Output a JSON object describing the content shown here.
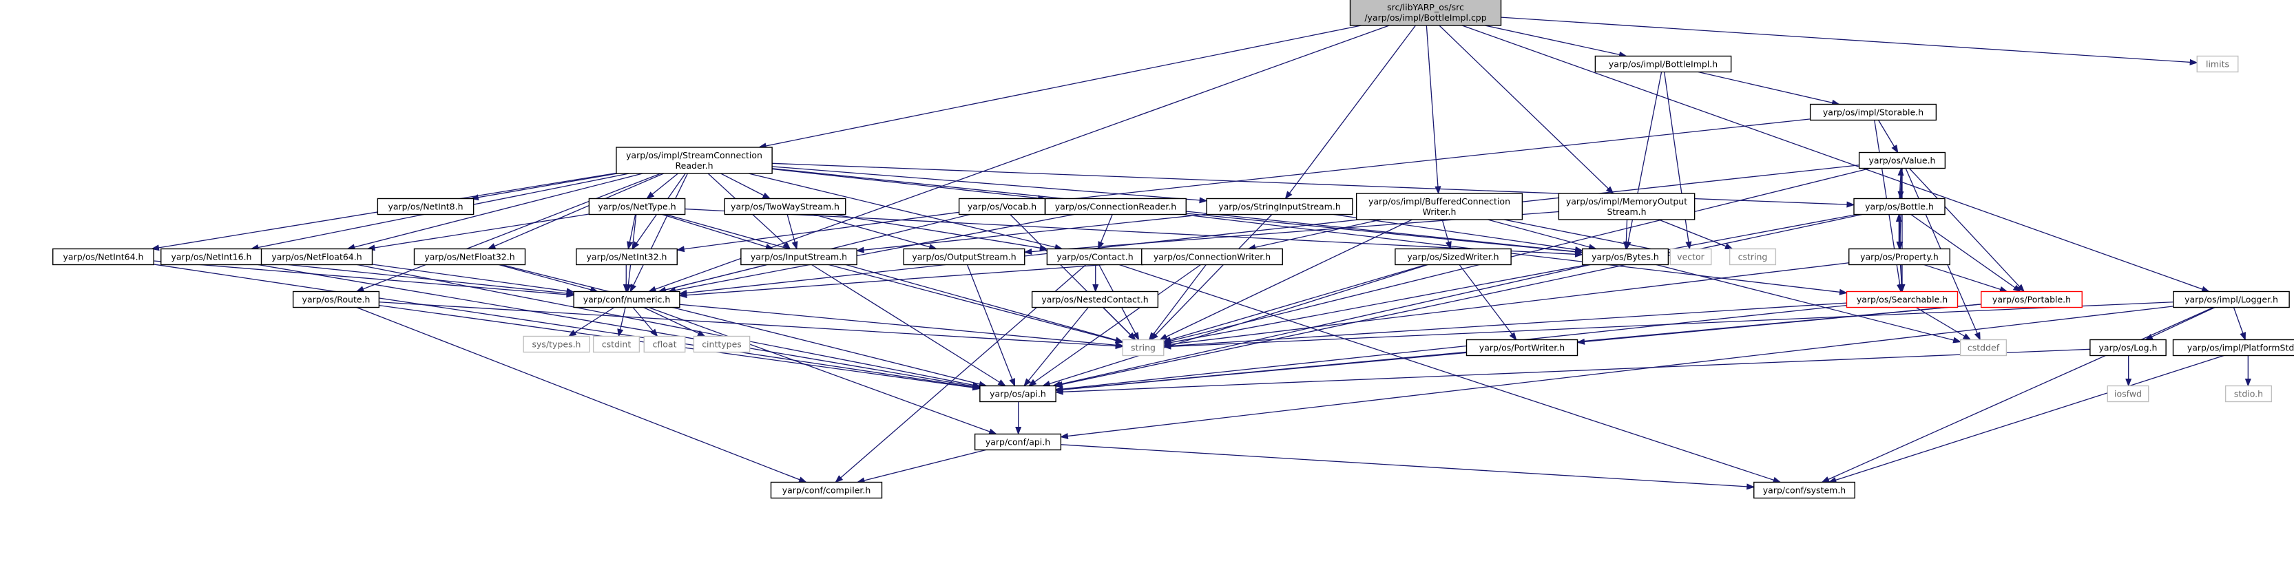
{
  "diagram": {
    "title": "",
    "colors": {
      "edge": "#191970",
      "node_border": "#000000",
      "system_border": "#bfbfbf",
      "system_text": "#666666",
      "incomplete_border": "#ff0000",
      "root_fill": "#bfbfbf",
      "node_fill": "#ffffff"
    },
    "nodes": [
      {
        "id": "root",
        "label": "src/libYARP_os/src\n/yarp/os/impl/BottleImpl.cpp",
        "kind": "root"
      },
      {
        "id": "bimpl",
        "label": "yarp/os/impl/BottleImpl.h",
        "kind": "normal"
      },
      {
        "id": "limits",
        "label": "limits",
        "kind": "system"
      },
      {
        "id": "storable",
        "label": "yarp/os/impl/Storable.h",
        "kind": "normal"
      },
      {
        "id": "scr",
        "label": "yarp/os/impl/StreamConnection\nReader.h",
        "kind": "normal"
      },
      {
        "id": "value",
        "label": "yarp/os/Value.h",
        "kind": "normal"
      },
      {
        "id": "netint8",
        "label": "yarp/os/NetInt8.h",
        "kind": "normal"
      },
      {
        "id": "nettype",
        "label": "yarp/os/NetType.h",
        "kind": "normal"
      },
      {
        "id": "twoway",
        "label": "yarp/os/TwoWayStream.h",
        "kind": "normal"
      },
      {
        "id": "vocab",
        "label": "yarp/os/Vocab.h",
        "kind": "normal"
      },
      {
        "id": "connreader",
        "label": "yarp/os/ConnectionReader.h",
        "kind": "normal"
      },
      {
        "id": "strin",
        "label": "yarp/os/StringInputStream.h",
        "kind": "normal"
      },
      {
        "id": "bcw",
        "label": "yarp/os/impl/BufferedConnection\nWriter.h",
        "kind": "normal"
      },
      {
        "id": "mos",
        "label": "yarp/os/impl/MemoryOutput\nStream.h",
        "kind": "normal"
      },
      {
        "id": "bottle",
        "label": "yarp/os/Bottle.h",
        "kind": "normal"
      },
      {
        "id": "netint64",
        "label": "yarp/os/NetInt64.h",
        "kind": "normal"
      },
      {
        "id": "netint16",
        "label": "yarp/os/NetInt16.h",
        "kind": "normal"
      },
      {
        "id": "netfloat64",
        "label": "yarp/os/NetFloat64.h",
        "kind": "normal"
      },
      {
        "id": "netfloat32",
        "label": "yarp/os/NetFloat32.h",
        "kind": "normal"
      },
      {
        "id": "netint32",
        "label": "yarp/os/NetInt32.h",
        "kind": "normal"
      },
      {
        "id": "inputstream",
        "label": "yarp/os/InputStream.h",
        "kind": "normal"
      },
      {
        "id": "outputstream",
        "label": "yarp/os/OutputStream.h",
        "kind": "normal"
      },
      {
        "id": "contact",
        "label": "yarp/os/Contact.h",
        "kind": "normal"
      },
      {
        "id": "connwriter",
        "label": "yarp/os/ConnectionWriter.h",
        "kind": "normal"
      },
      {
        "id": "sizedwriter",
        "label": "yarp/os/SizedWriter.h",
        "kind": "normal"
      },
      {
        "id": "bytes",
        "label": "yarp/os/Bytes.h",
        "kind": "normal"
      },
      {
        "id": "vector",
        "label": "vector",
        "kind": "system"
      },
      {
        "id": "cstring",
        "label": "cstring",
        "kind": "system"
      },
      {
        "id": "property",
        "label": "yarp/os/Property.h",
        "kind": "normal"
      },
      {
        "id": "route",
        "label": "yarp/os/Route.h",
        "kind": "normal"
      },
      {
        "id": "numeric",
        "label": "yarp/conf/numeric.h",
        "kind": "normal"
      },
      {
        "id": "nestedcontact",
        "label": "yarp/os/NestedContact.h",
        "kind": "normal"
      },
      {
        "id": "searchable",
        "label": "yarp/os/Searchable.h",
        "kind": "incomplete"
      },
      {
        "id": "portable",
        "label": "yarp/os/Portable.h",
        "kind": "incomplete"
      },
      {
        "id": "logger",
        "label": "yarp/os/impl/Logger.h",
        "kind": "normal"
      },
      {
        "id": "systypes",
        "label": "sys/types.h",
        "kind": "system"
      },
      {
        "id": "cstdint",
        "label": "cstdint",
        "kind": "system"
      },
      {
        "id": "cfloat",
        "label": "cfloat",
        "kind": "system"
      },
      {
        "id": "cinttypes",
        "label": "cinttypes",
        "kind": "system"
      },
      {
        "id": "string",
        "label": "string",
        "kind": "system"
      },
      {
        "id": "cstddef",
        "label": "cstddef",
        "kind": "system"
      },
      {
        "id": "portwriter",
        "label": "yarp/os/PortWriter.h",
        "kind": "normal"
      },
      {
        "id": "log",
        "label": "yarp/os/Log.h",
        "kind": "normal"
      },
      {
        "id": "platformstdio",
        "label": "yarp/os/impl/PlatformStdio.h",
        "kind": "normal"
      },
      {
        "id": "iosfwd",
        "label": "iosfwd",
        "kind": "system"
      },
      {
        "id": "stdio",
        "label": "stdio.h",
        "kind": "system"
      },
      {
        "id": "osapi",
        "label": "yarp/os/api.h",
        "kind": "normal"
      },
      {
        "id": "confapi",
        "label": "yarp/conf/api.h",
        "kind": "normal"
      },
      {
        "id": "compiler",
        "label": "yarp/conf/compiler.h",
        "kind": "normal"
      },
      {
        "id": "system",
        "label": "yarp/conf/system.h",
        "kind": "normal"
      }
    ],
    "edges": [
      [
        "root",
        "bimpl"
      ],
      [
        "root",
        "limits"
      ],
      [
        "root",
        "scr"
      ],
      [
        "root",
        "strin"
      ],
      [
        "root",
        "bcw"
      ],
      [
        "root",
        "mos"
      ],
      [
        "root",
        "logger"
      ],
      [
        "root",
        "numeric"
      ],
      [
        "bimpl",
        "storable"
      ],
      [
        "bimpl",
        "bytes"
      ],
      [
        "bimpl",
        "vector"
      ],
      [
        "storable",
        "value"
      ],
      [
        "storable",
        "vocab"
      ],
      [
        "storable",
        "searchable"
      ],
      [
        "value",
        "bottle"
      ],
      [
        "value",
        "numeric"
      ],
      [
        "value",
        "string"
      ],
      [
        "value",
        "property"
      ],
      [
        "value",
        "portable"
      ],
      [
        "value",
        "searchable"
      ],
      [
        "value",
        "cstddef"
      ],
      [
        "bottle",
        "value"
      ],
      [
        "bottle",
        "property"
      ],
      [
        "bottle",
        "portable"
      ],
      [
        "bottle",
        "searchable"
      ],
      [
        "bottle",
        "string"
      ],
      [
        "bottle",
        "osapi"
      ],
      [
        "property",
        "bottle"
      ],
      [
        "property",
        "portable"
      ],
      [
        "property",
        "searchable"
      ],
      [
        "property",
        "string"
      ],
      [
        "portable",
        "portwriter"
      ],
      [
        "portable",
        "osapi"
      ],
      [
        "searchable",
        "string"
      ],
      [
        "searchable",
        "osapi"
      ],
      [
        "searchable",
        "cstddef"
      ],
      [
        "scr",
        "netint8"
      ],
      [
        "scr",
        "nettype"
      ],
      [
        "scr",
        "twoway"
      ],
      [
        "scr",
        "connreader"
      ],
      [
        "scr",
        "strin"
      ],
      [
        "scr",
        "bottle"
      ],
      [
        "scr",
        "bytes"
      ],
      [
        "scr",
        "netint64"
      ],
      [
        "scr",
        "netint16"
      ],
      [
        "scr",
        "netfloat64"
      ],
      [
        "scr",
        "netfloat32"
      ],
      [
        "scr",
        "netint32"
      ],
      [
        "scr",
        "inputstream"
      ],
      [
        "scr",
        "contact"
      ],
      [
        "scr",
        "route"
      ],
      [
        "scr",
        "numeric"
      ],
      [
        "nettype",
        "netint32"
      ],
      [
        "nettype",
        "netfloat64"
      ],
      [
        "nettype",
        "inputstream"
      ],
      [
        "nettype",
        "numeric"
      ],
      [
        "nettype",
        "string"
      ],
      [
        "nettype",
        "bytes"
      ],
      [
        "twoway",
        "inputstream"
      ],
      [
        "twoway",
        "outputstream"
      ],
      [
        "twoway",
        "contact"
      ],
      [
        "vocab",
        "numeric"
      ],
      [
        "vocab",
        "string"
      ],
      [
        "vocab",
        "netint32"
      ],
      [
        "connreader",
        "contact"
      ],
      [
        "connreader",
        "bytes"
      ],
      [
        "connreader",
        "searchable"
      ],
      [
        "connreader",
        "numeric"
      ],
      [
        "strin",
        "inputstream"
      ],
      [
        "strin",
        "bytes"
      ],
      [
        "strin",
        "string"
      ],
      [
        "bcw",
        "connwriter"
      ],
      [
        "bcw",
        "sizedwriter"
      ],
      [
        "bcw",
        "bytes"
      ],
      [
        "bcw",
        "string"
      ],
      [
        "bcw",
        "vector"
      ],
      [
        "mos",
        "outputstream"
      ],
      [
        "mos",
        "bytes"
      ],
      [
        "mos",
        "cstring"
      ],
      [
        "netint64",
        "numeric"
      ],
      [
        "netint64",
        "osapi"
      ],
      [
        "netint16",
        "numeric"
      ],
      [
        "netint16",
        "osapi"
      ],
      [
        "netfloat64",
        "numeric"
      ],
      [
        "netfloat64",
        "osapi"
      ],
      [
        "netfloat32",
        "numeric"
      ],
      [
        "netfloat32",
        "osapi"
      ],
      [
        "netint32",
        "numeric"
      ],
      [
        "inputstream",
        "numeric"
      ],
      [
        "inputstream",
        "osapi"
      ],
      [
        "inputstream",
        "string"
      ],
      [
        "outputstream",
        "osapi"
      ],
      [
        "contact",
        "nestedcontact"
      ],
      [
        "contact",
        "string"
      ],
      [
        "contact",
        "compiler"
      ],
      [
        "contact",
        "system"
      ],
      [
        "nestedcontact",
        "osapi"
      ],
      [
        "nestedcontact",
        "string"
      ],
      [
        "connwriter",
        "numeric"
      ],
      [
        "connwriter",
        "osapi"
      ],
      [
        "connwriter",
        "string"
      ],
      [
        "sizedwriter",
        "portwriter"
      ],
      [
        "sizedwriter",
        "osapi"
      ],
      [
        "sizedwriter",
        "string"
      ],
      [
        "bytes",
        "osapi"
      ],
      [
        "bytes",
        "cstddef"
      ],
      [
        "route",
        "osapi"
      ],
      [
        "route",
        "compiler"
      ],
      [
        "route",
        "string"
      ],
      [
        "numeric",
        "systypes"
      ],
      [
        "numeric",
        "cstdint"
      ],
      [
        "numeric",
        "cfloat"
      ],
      [
        "numeric",
        "cinttypes"
      ],
      [
        "numeric",
        "confapi"
      ],
      [
        "numeric",
        "string"
      ],
      [
        "portwriter",
        "osapi"
      ],
      [
        "logger",
        "log"
      ],
      [
        "logger",
        "platformstdio"
      ],
      [
        "logger",
        "string"
      ],
      [
        "logger",
        "confapi"
      ],
      [
        "logger",
        "system"
      ],
      [
        "log",
        "osapi"
      ],
      [
        "log",
        "iosfwd"
      ],
      [
        "platformstdio",
        "stdio"
      ],
      [
        "platformstdio",
        "system"
      ],
      [
        "osapi",
        "confapi"
      ],
      [
        "confapi",
        "compiler"
      ],
      [
        "confapi",
        "system"
      ]
    ]
  }
}
